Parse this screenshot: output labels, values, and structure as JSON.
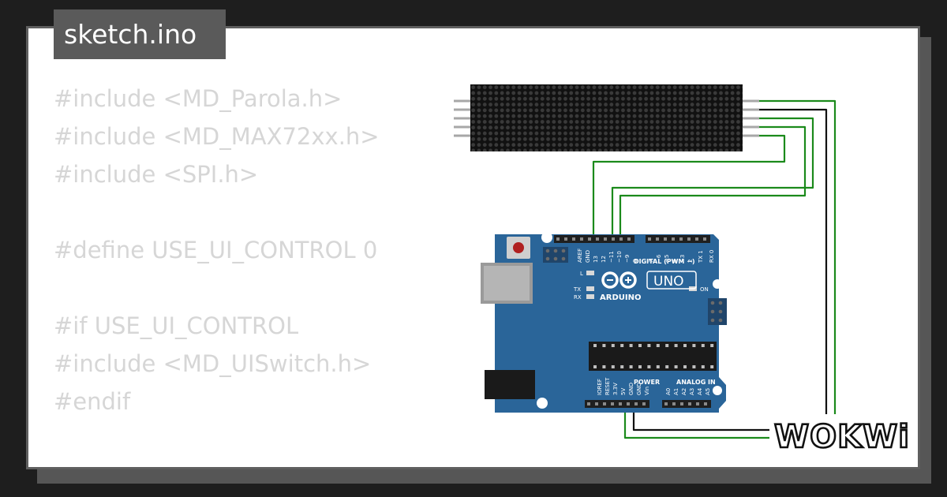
{
  "file_tab": {
    "label": "sketch.ino"
  },
  "code": {
    "lines": [
      "#include <MD_Parola.h>",
      "#include <MD_MAX72xx.h>",
      "#include <SPI.h>",
      "",
      "#define USE_UI_CONTROL 0",
      "",
      "#if USE_UI_CONTROL",
      "#include <MD_UISwitch.h>",
      "#endif"
    ]
  },
  "arduino": {
    "brand": "ARDUINO",
    "model": "UNO",
    "digital_label": "DIGITAL (PWM ~)",
    "power_label": "POWER",
    "analog_label": "ANALOG IN",
    "on_label": "ON",
    "led_labels": [
      "L",
      "TX",
      "RX"
    ],
    "digital_pins": [
      "AREF",
      "GND",
      "13",
      "12",
      "~11",
      "~10",
      "~9",
      "8",
      "7",
      "~6",
      "~5",
      "4",
      "~3",
      "2",
      "TX 1",
      "RX 0"
    ],
    "power_pins": [
      "IOREF",
      "RESET",
      "3.3V",
      "5V",
      "GND",
      "GND",
      "Vin"
    ],
    "analog_pins": [
      "A0",
      "A1",
      "A2",
      "A3",
      "A4",
      "A5"
    ]
  },
  "colors": {
    "background": "#1e1e1e",
    "board": "#2a6599",
    "wire_signal": "#1b8a1b",
    "wire_ground": "#111111",
    "code_text": "#d6d6d6",
    "tab_bg": "#5a5a5a"
  },
  "logo": {
    "text": "WOKWi"
  }
}
